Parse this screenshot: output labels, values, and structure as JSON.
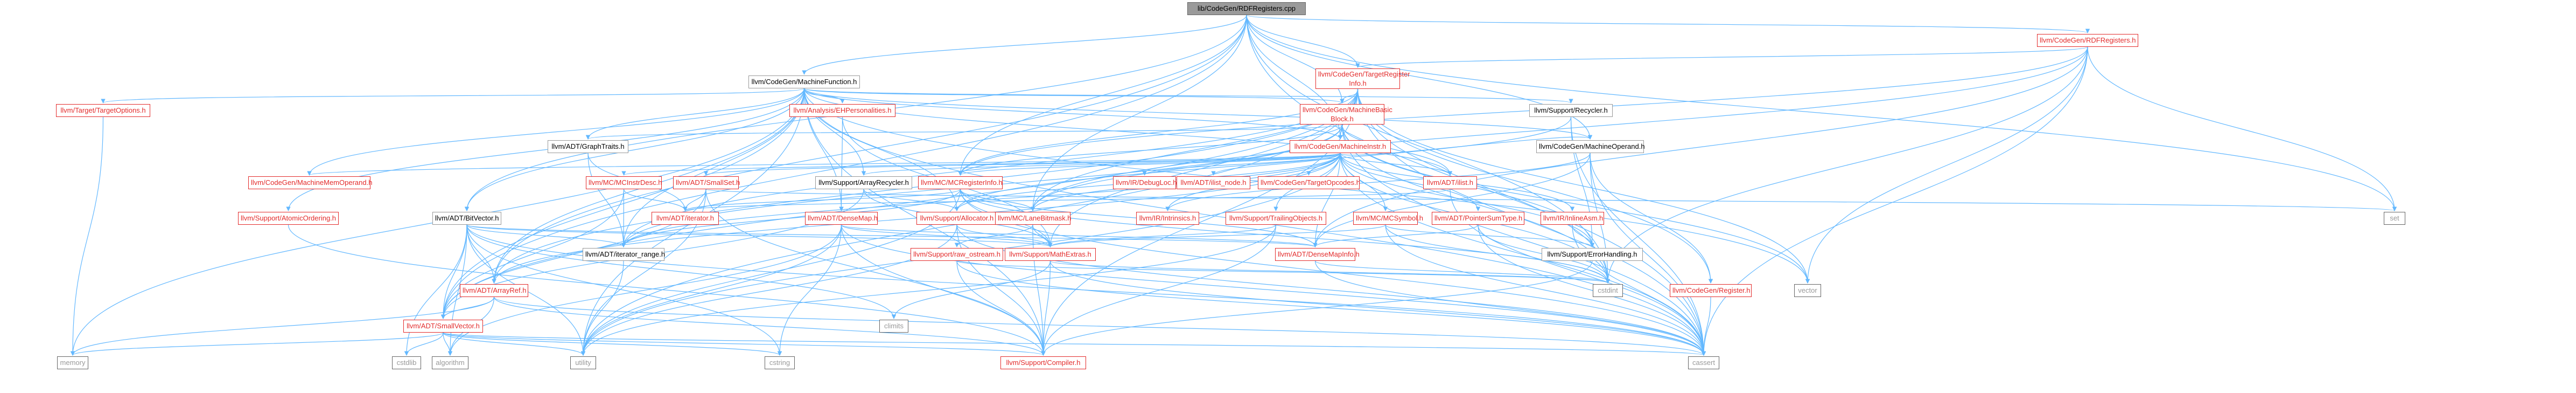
{
  "root": "lib/CodeGen/RDFRegisters.cpp",
  "nodes": [
    {
      "key": "root",
      "label": "lib/CodeGen/RDFRegisters.cpp",
      "style": "root"
    },
    {
      "key": "rdfreg",
      "label": "llvm/CodeGen/RDFRegisters.h",
      "style": "red"
    },
    {
      "key": "mf",
      "label": "llvm/CodeGen/MachineFunction.h",
      "style": "plain"
    },
    {
      "key": "tri",
      "label": "llvm/CodeGen/TargetRegister\nInfo.h",
      "style": "red"
    },
    {
      "key": "mbb",
      "label": "llvm/CodeGen/MachineBasic\nBlock.h",
      "style": "red"
    },
    {
      "key": "mi",
      "label": "llvm/CodeGen/MachineInstr.h",
      "style": "red"
    },
    {
      "key": "mop",
      "label": "llvm/CodeGen/MachineOperand.h",
      "style": "plain"
    },
    {
      "key": "recycler",
      "label": "llvm/Support/Recycler.h",
      "style": "plain"
    },
    {
      "key": "ehpers",
      "label": "llvm/Analysis/EHPersonalities.h",
      "style": "red"
    },
    {
      "key": "graphtraits",
      "label": "llvm/ADT/GraphTraits.h",
      "style": "plain"
    },
    {
      "key": "targetopts",
      "label": "llvm/Target/TargetOptions.h",
      "style": "red"
    },
    {
      "key": "mmo",
      "label": "llvm/CodeGen/MachineMemOperand.h",
      "style": "red"
    },
    {
      "key": "atomic",
      "label": "llvm/Support/AtomicOrdering.h",
      "style": "red"
    },
    {
      "key": "bitvector",
      "label": "llvm/ADT/BitVector.h",
      "style": "plain"
    },
    {
      "key": "mcinstrdesc",
      "label": "llvm/MC/MCInstrDesc.h",
      "style": "red"
    },
    {
      "key": "smallset",
      "label": "llvm/ADT/SmallSet.h",
      "style": "red"
    },
    {
      "key": "arrayrecycler",
      "label": "llvm/Support/ArrayRecycler.h",
      "style": "plain"
    },
    {
      "key": "mcreginfo",
      "label": "llvm/MC/MCRegisterInfo.h",
      "style": "red"
    },
    {
      "key": "debugloc",
      "label": "llvm/IR/DebugLoc.h",
      "style": "red"
    },
    {
      "key": "ilistnode",
      "label": "llvm/ADT/ilist_node.h",
      "style": "red"
    },
    {
      "key": "tgtopcodes",
      "label": "llvm/CodeGen/TargetOpcodes.h",
      "style": "red"
    },
    {
      "key": "ilist",
      "label": "llvm/ADT/ilist.h",
      "style": "red"
    },
    {
      "key": "iterator",
      "label": "llvm/ADT/iterator.h",
      "style": "red"
    },
    {
      "key": "densemap",
      "label": "llvm/ADT/DenseMap.h",
      "style": "red"
    },
    {
      "key": "allocator",
      "label": "llvm/Support/Allocator.h",
      "style": "red"
    },
    {
      "key": "lanebitmask",
      "label": "llvm/MC/LaneBitmask.h",
      "style": "red"
    },
    {
      "key": "intrinsics",
      "label": "llvm/IR/Intrinsics.h",
      "style": "red"
    },
    {
      "key": "trailing",
      "label": "llvm/Support/TrailingObjects.h",
      "style": "red"
    },
    {
      "key": "mcsymbol",
      "label": "llvm/MC/MCSymbol.h",
      "style": "red"
    },
    {
      "key": "ptrsumtype",
      "label": "llvm/ADT/PointerSumType.h",
      "style": "red"
    },
    {
      "key": "inlineasm",
      "label": "llvm/IR/InlineAsm.h",
      "style": "red"
    },
    {
      "key": "iterrange",
      "label": "llvm/ADT/iterator_range.h",
      "style": "plain"
    },
    {
      "key": "ostream",
      "label": "llvm/Support/raw_ostream.h",
      "style": "red"
    },
    {
      "key": "mathextras",
      "label": "llvm/Support/MathExtras.h",
      "style": "red"
    },
    {
      "key": "densemapinfo",
      "label": "llvm/ADT/DenseMapInfo.h",
      "style": "red"
    },
    {
      "key": "errorhandling",
      "label": "llvm/Support/ErrorHandling.h",
      "style": "plain"
    },
    {
      "key": "register",
      "label": "llvm/CodeGen/Register.h",
      "style": "red"
    },
    {
      "key": "arrayref",
      "label": "llvm/ADT/ArrayRef.h",
      "style": "red"
    },
    {
      "key": "smallvector",
      "label": "llvm/ADT/SmallVector.h",
      "style": "red"
    },
    {
      "key": "compiler",
      "label": "llvm/Support/Compiler.h",
      "style": "red"
    },
    {
      "key": "set",
      "label": "set",
      "style": "gray"
    },
    {
      "key": "cstdint",
      "label": "cstdint",
      "style": "gray"
    },
    {
      "key": "cassert",
      "label": "cassert",
      "style": "gray"
    },
    {
      "key": "vector",
      "label": "vector",
      "style": "gray"
    },
    {
      "key": "memory",
      "label": "memory",
      "style": "gray"
    },
    {
      "key": "algorithm",
      "label": "algorithm",
      "style": "gray"
    },
    {
      "key": "cstdlib",
      "label": "cstdlib",
      "style": "gray"
    },
    {
      "key": "utility",
      "label": "utility",
      "style": "gray"
    },
    {
      "key": "cstring",
      "label": "cstring",
      "style": "gray"
    },
    {
      "key": "climits",
      "label": "climits",
      "style": "gray"
    }
  ],
  "colors": {
    "edge": "#63b8ff",
    "edge_red": "#e32b2b",
    "node_border": "#999999",
    "node_red": "#e32b2b",
    "root_fill": "#9a9a9a"
  }
}
